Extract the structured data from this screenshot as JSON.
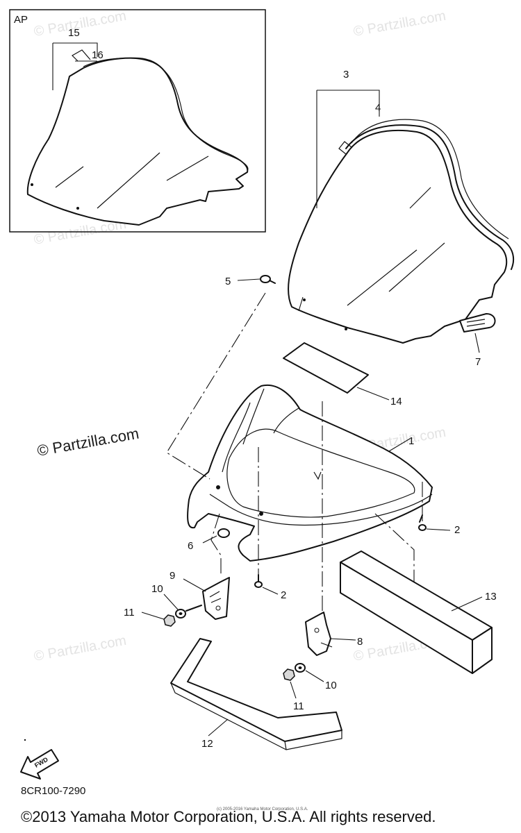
{
  "inset_label": "AP",
  "watermark": "© Partzilla.com",
  "watermark_center": "© Partzilla.com",
  "callouts": {
    "c1": "1",
    "c2a": "2",
    "c2b": "2",
    "c3": "3",
    "c4": "4",
    "c5": "5",
    "c6": "6",
    "c7": "7",
    "c8": "8",
    "c9": "9",
    "c10a": "10",
    "c10b": "10",
    "c11a": "11",
    "c11b": "11",
    "c12": "12",
    "c13": "13",
    "c14": "14",
    "c15": "15",
    "c16": "16"
  },
  "fwd_label": "FWD",
  "diagram_code": "8CR100-7290",
  "small_copyright": "(c) 2005-2016 Yamaha Motor Corporation, U.S.A.",
  "footer_copyright": "©2013 Yamaha Motor Corporation, U.S.A. All rights reserved."
}
